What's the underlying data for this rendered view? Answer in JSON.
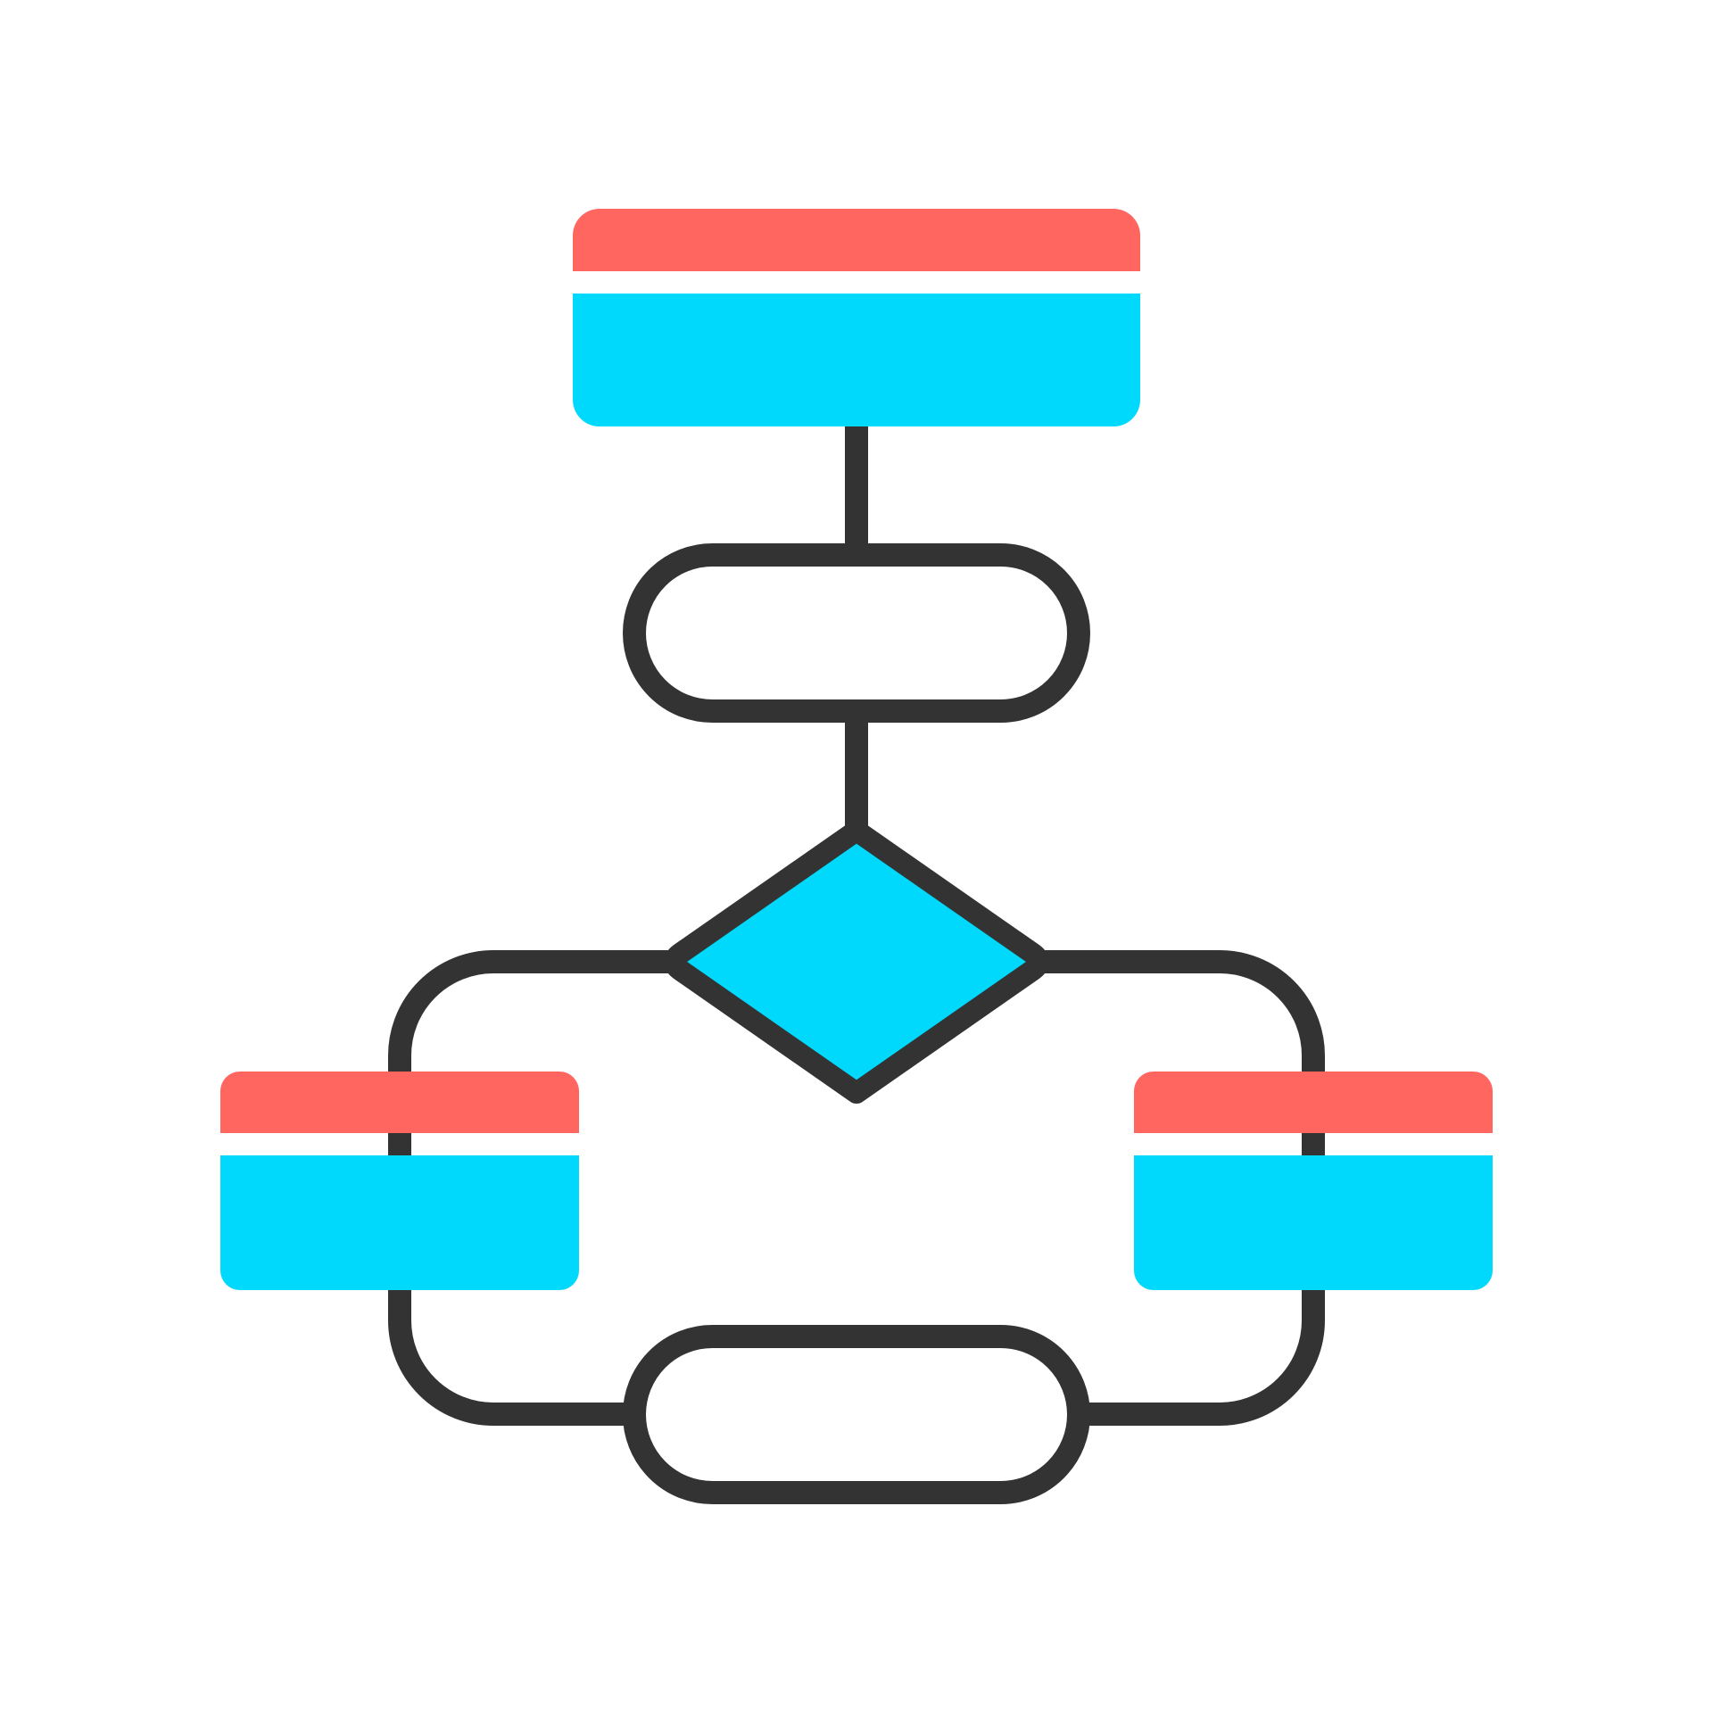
{
  "colors": {
    "background": "#ffffff",
    "stroke": "#333333",
    "header_red": "#ff6660",
    "body_cyan": "#00d8fc",
    "divider_white": "#ffffff"
  },
  "icon": {
    "name": "flowchart-icon",
    "nodes": [
      {
        "id": "top-card",
        "shape": "card",
        "header_color": "#ff6660",
        "body_color": "#00d8fc"
      },
      {
        "id": "process-pill-top",
        "shape": "pill"
      },
      {
        "id": "decision-diamond",
        "shape": "diamond",
        "fill_color": "#00d8fc"
      },
      {
        "id": "left-card",
        "shape": "card",
        "header_color": "#ff6660",
        "body_color": "#00d8fc"
      },
      {
        "id": "right-card",
        "shape": "card",
        "header_color": "#ff6660",
        "body_color": "#00d8fc"
      },
      {
        "id": "process-pill-bottom",
        "shape": "pill"
      }
    ],
    "edges": [
      {
        "from": "top-card",
        "to": "process-pill-top"
      },
      {
        "from": "process-pill-top",
        "to": "decision-diamond"
      },
      {
        "from": "decision-diamond",
        "to": "left-card"
      },
      {
        "from": "decision-diamond",
        "to": "right-card"
      },
      {
        "from": "left-card",
        "to": "process-pill-bottom"
      },
      {
        "from": "right-card",
        "to": "process-pill-bottom"
      }
    ]
  }
}
